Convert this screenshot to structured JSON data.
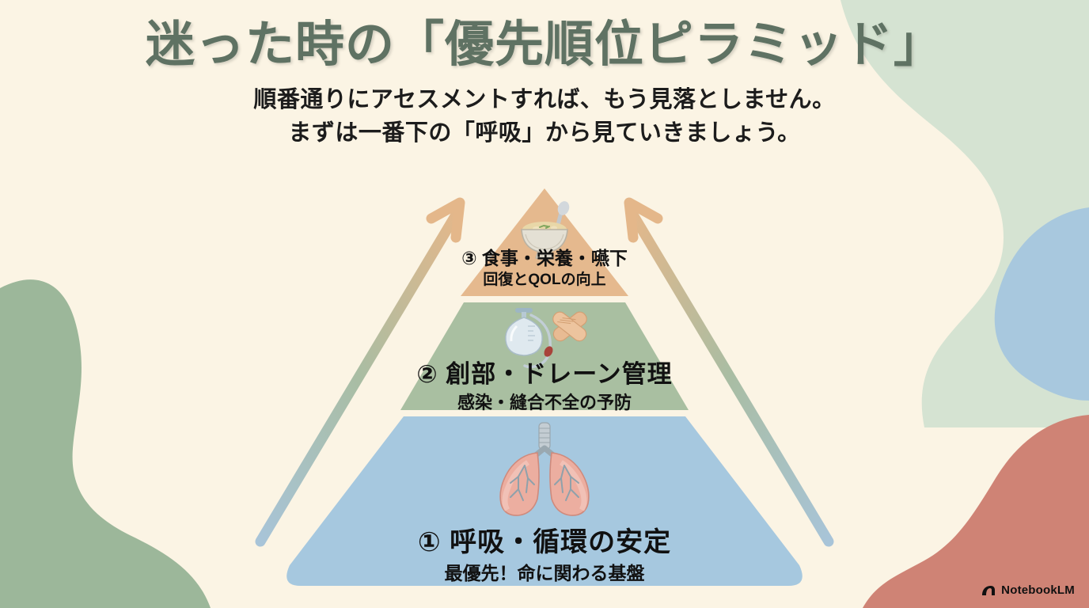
{
  "slide": {
    "background_color": "#fbf4e4",
    "title": "迷った時の「優先順位ピラミッド」",
    "title_color": "#5f7263",
    "subtitle_line1": "順番通りにアセスメントすれば、もう見落としません。",
    "subtitle_line2": "まずは一番下の「呼吸」から見ていきましょう。"
  },
  "decor": {
    "sage_blob_color": "#9cb79a",
    "mint_blob_color": "#d5e3d2",
    "blue_blob_color": "#a8c8de",
    "salmon_blob_color": "#cf8375"
  },
  "pyramid": {
    "arrow_left_name": "upward-progress-arrow-left",
    "arrow_right_name": "upward-progress-arrow-right",
    "arrow_gradient": [
      "#a8c4d8",
      "#a8bda4",
      "#e0b68a"
    ],
    "tiers": [
      {
        "rank": "3",
        "heading": "③ 食事・栄養・嚥下",
        "sub": "回復とQOLの向上",
        "color": "#e5b98e",
        "icon": "rice-porridge-bowl-icon"
      },
      {
        "rank": "2",
        "heading": "② 創部・ドレーン管理",
        "sub": "感染・縫合不全の予防",
        "color": "#a9bfa1",
        "icon": "drain-bulb-and-bandages-icon"
      },
      {
        "rank": "1",
        "heading": "① 呼吸・循環の安定",
        "sub": "最優先！命に関わる基盤",
        "color": "#a6c8df",
        "icon": "lungs-icon"
      }
    ]
  },
  "watermark": {
    "label": "NotebookLM",
    "icon": "notebooklm-spiral-icon"
  }
}
